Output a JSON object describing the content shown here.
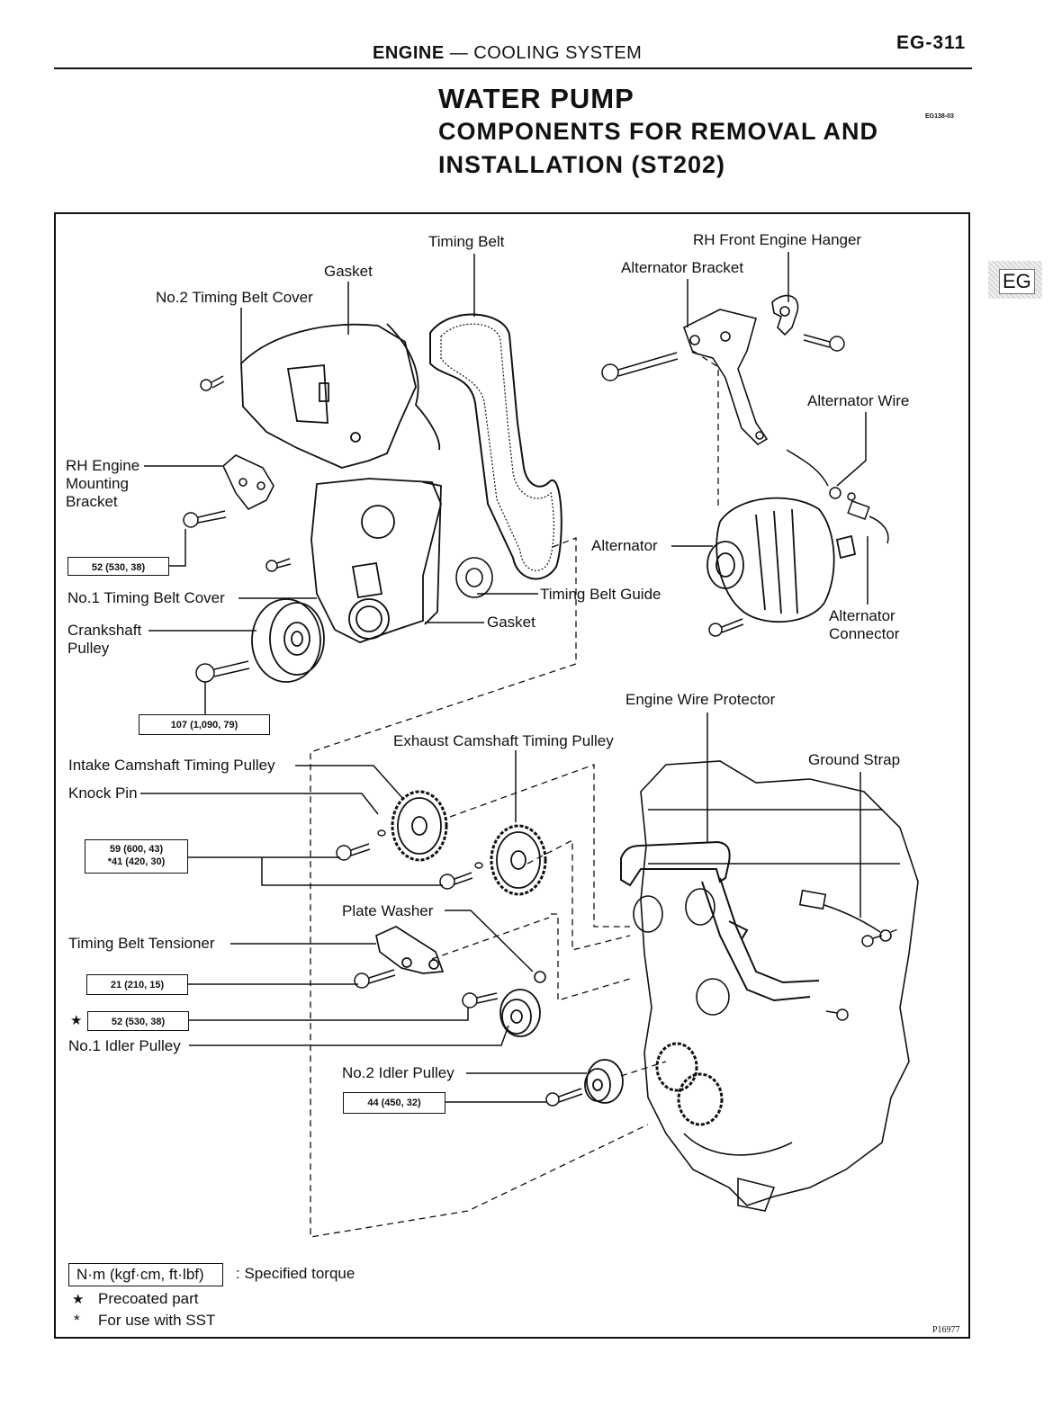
{
  "header": {
    "section_bold": "ENGINE",
    "section_rest": " — COOLING SYSTEM",
    "page_number": "EG-311"
  },
  "title": {
    "line1": "WATER PUMP",
    "line2": "COMPONENTS FOR REMOVAL AND",
    "line3": "INSTALLATION (ST202)",
    "code": "EG138-03"
  },
  "side_tab": "EG",
  "labels": {
    "timing_belt": "Timing Belt",
    "rh_front_engine_hanger": "RH Front Engine Hanger",
    "gasket_top": "Gasket",
    "alternator_bracket": "Alternator Bracket",
    "no2_timing_belt_cover": "No.2 Timing Belt Cover",
    "alternator_wire": "Alternator Wire",
    "rh_engine_mounting_bracket": "RH Engine\nMounting\nBracket",
    "alternator": "Alternator",
    "no1_timing_belt_cover": "No.1 Timing Belt Cover",
    "timing_belt_guide": "Timing Belt Guide",
    "crankshaft_pulley": "Crankshaft\nPulley",
    "gasket_lower": "Gasket",
    "alternator_connector": "Alternator\nConnector",
    "engine_wire_protector": "Engine Wire Protector",
    "exhaust_camshaft_timing_pulley": "Exhaust Camshaft Timing Pulley",
    "intake_camshaft_timing_pulley": "Intake Camshaft Timing Pulley",
    "ground_strap": "Ground Strap",
    "knock_pin": "Knock Pin",
    "plate_washer": "Plate Washer",
    "timing_belt_tensioner": "Timing Belt Tensioner",
    "no1_idler_pulley": "No.1 Idler Pulley",
    "no2_idler_pulley": "No.2 Idler Pulley"
  },
  "torque": {
    "t52_mount": "52 (530, 38)",
    "t107": "107 (1,090, 79)",
    "t59_line1": "59 (600, 43)",
    "t59_line2": "*41 (420, 30)",
    "t21": "21 (210, 15)",
    "t52_idler": "52 (530, 38)",
    "t44": "44 (450, 32)"
  },
  "legend": {
    "unit_box": "N·m (kgf·cm, ft·lbf)",
    "unit_desc": ": Specified torque",
    "star": "★",
    "star_desc": "Precoated part",
    "asterisk": "*",
    "asterisk_desc": "For use with SST"
  },
  "figure_number": "P16977"
}
